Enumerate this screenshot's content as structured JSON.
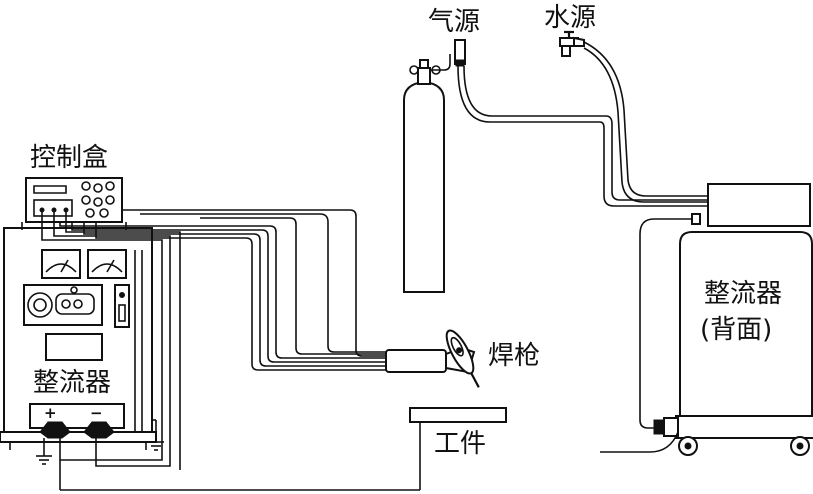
{
  "labels": {
    "gas_source": "气源",
    "water_source": "水源",
    "control_box": "控制盒",
    "welding_torch": "焊枪",
    "rectifier_front": "整流器",
    "rectifier_back_line1": "整流器",
    "rectifier_back_line2": "(背面)",
    "workpiece": "工件",
    "terminal_plus": "+",
    "terminal_minus": "−"
  }
}
